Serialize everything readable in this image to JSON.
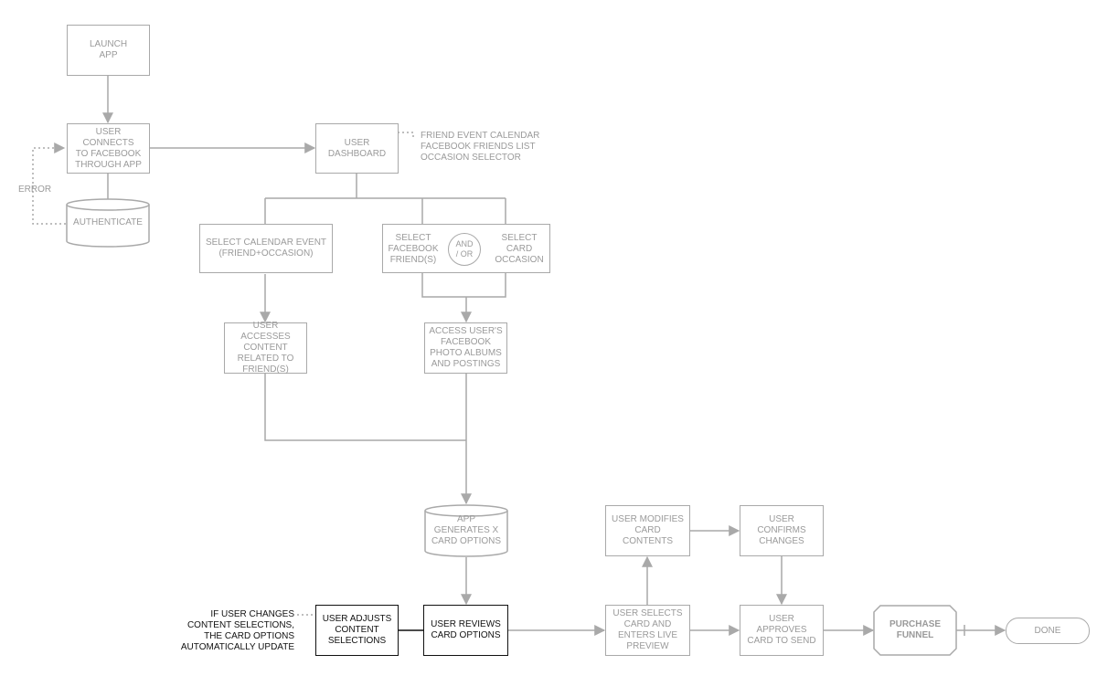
{
  "colors": {
    "line": "#a9a9a9",
    "text": "#9a9a9a",
    "active": "#111111",
    "background": "#ffffff"
  },
  "nodes": {
    "launch_app": "LAUNCH\nAPP",
    "connect_facebook": "USER CONNECTS\nTO FACEBOOK\nTHROUGH APP",
    "authenticate": "AUTHENTICATE",
    "user_dashboard": "USER\nDASHBOARD",
    "select_calendar_event": "SELECT CALENDAR EVENT\n(FRIEND+OCCASION)",
    "select_facebook_friends": "SELECT\nFACEBOOK\nFRIEND(S)",
    "and_or": "AND\n/ OR",
    "select_card_occasion": "SELECT\nCARD\nOCCASION",
    "user_accesses_content": "USER ACCESSES\nCONTENT\nRELATED TO\nFRIEND(S)",
    "access_photo_albums": "ACCESS USER'S\nFACEBOOK\nPHOTO ALBUMS\nAND POSTINGS",
    "app_generates_options": "APP\nGENERATES X\nCARD OPTIONS",
    "user_adjusts_content": "USER ADJUSTS\nCONTENT\nSELECTIONS",
    "user_reviews_options": "USER REVIEWS\nCARD OPTIONS",
    "user_selects_card": "USER SELECTS\nCARD AND\nENTERS LIVE\nPREVIEW",
    "user_modifies_card": "USER MODIFIES\nCARD CONTENTS",
    "user_confirms_changes": "USER CONFIRMS\nCHANGES",
    "user_approves_card": "USER\nAPPROVES\nCARD TO SEND",
    "purchase_funnel": "PURCHASE\nFUNNEL",
    "done": "DONE"
  },
  "annotations": {
    "error": "ERROR",
    "dashboard_features": "FRIEND EVENT CALENDAR\nFACEBOOK FRIENDS LIST\nOCCASION SELECTOR",
    "auto_update_note": "IF USER CHANGES\nCONTENT SELECTIONS,\nTHE CARD OPTIONS\nAUTOMATICALLY UPDATE"
  }
}
